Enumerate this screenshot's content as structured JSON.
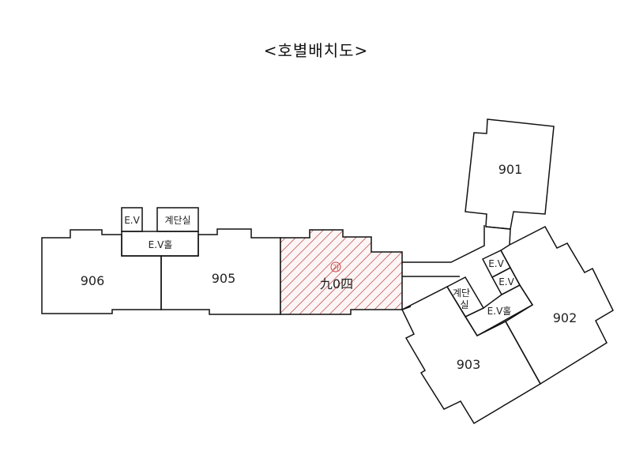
{
  "title": "<호별배치도>",
  "highlight_color": "#b03030",
  "units": [
    {
      "id": "906",
      "label": "906"
    },
    {
      "id": "905",
      "label": "905"
    },
    {
      "id": "904",
      "label": "九0四",
      "mark": "가",
      "highlighted": true
    },
    {
      "id": "901",
      "label": "901"
    },
    {
      "id": "902",
      "label": "902"
    },
    {
      "id": "903",
      "label": "903"
    }
  ],
  "core_left": {
    "ev": "E.V",
    "stairs": "계단실",
    "ev_hall": "E.V홀"
  },
  "core_right": {
    "ev1": "E.V",
    "ev2": "E.V",
    "stairs_line1": "계단",
    "stairs_line2": "실",
    "ev_hall": "E.V홀"
  }
}
